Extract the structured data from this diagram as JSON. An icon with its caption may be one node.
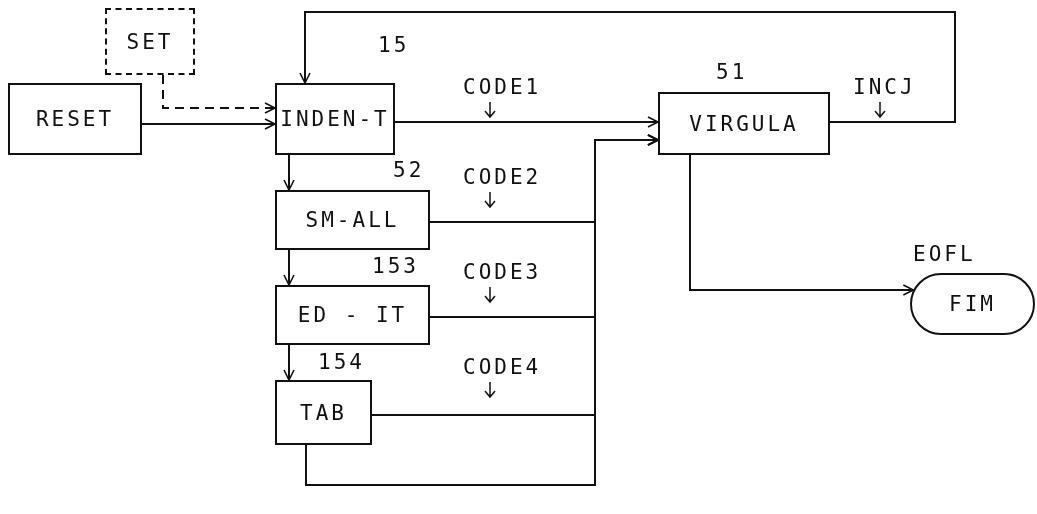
{
  "diagram": {
    "nodes": [
      {
        "text": [
          "SET"
        ]
      },
      {
        "text": [
          "RESET"
        ]
      },
      {
        "text": [
          "INDEN-T"
        ],
        "beside": [
          "15"
        ]
      },
      {
        "text": [
          "VIRGULA"
        ],
        "beside": [
          "51"
        ]
      },
      {
        "text": [
          "SM-ALL"
        ],
        "beside": [
          "52"
        ]
      },
      {
        "text": [
          "ED - IT"
        ],
        "beside": [
          "153"
        ]
      },
      {
        "text": [
          "TAB"
        ],
        "beside": [
          "154"
        ]
      },
      {
        "text": [
          "FIM"
        ],
        "beside": [
          "EOFL"
        ]
      }
    ],
    "edges": [
      {
        "from": 0,
        "to": 2,
        "arrow": "to",
        "style": "dashed"
      },
      {
        "from": 1,
        "to": 2,
        "arrow": "to"
      },
      {
        "from": 2,
        "to": 3,
        "arrow": "to",
        "label": "CODE1"
      },
      {
        "from": 3,
        "to": 2,
        "arrow": "to",
        "label": "INCJ"
      },
      {
        "from": 2,
        "to": 4,
        "arrow": "to"
      },
      {
        "from": 4,
        "to": 5,
        "arrow": "to"
      },
      {
        "from": 5,
        "to": 6,
        "arrow": "to"
      },
      {
        "from": 4,
        "to": 3,
        "arrow": "to",
        "label": "CODE2"
      },
      {
        "from": 5,
        "to": 3,
        "arrow": "to",
        "label": "CODE3"
      },
      {
        "from": 6,
        "to": 3,
        "arrow": "to",
        "label": "CODE4"
      },
      {
        "from": 6,
        "to": 3,
        "arrow": "to"
      },
      {
        "from": 3,
        "to": 7,
        "arrow": "to"
      }
    ]
  }
}
